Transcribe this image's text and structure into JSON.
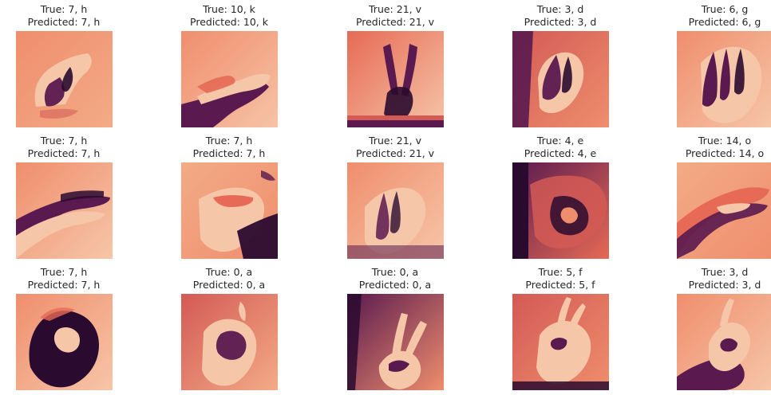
{
  "figure": {
    "panels": [
      {
        "true_text": "True: 7, h",
        "pred_text": "Predicted: 7, h",
        "gesture": "h",
        "palette": "magma-like"
      },
      {
        "true_text": "True: 10, k",
        "pred_text": "Predicted: 10, k",
        "gesture": "k",
        "palette": "magma-like"
      },
      {
        "true_text": "True: 21, v",
        "pred_text": "Predicted: 21, v",
        "gesture": "v",
        "palette": "magma-like"
      },
      {
        "true_text": "True: 3, d",
        "pred_text": "Predicted: 3, d",
        "gesture": "d",
        "palette": "magma-like"
      },
      {
        "true_text": "True: 6, g",
        "pred_text": "Predicted: 6, g",
        "gesture": "g",
        "palette": "magma-like"
      },
      {
        "true_text": "True: 7, h",
        "pred_text": "Predicted: 7, h",
        "gesture": "h",
        "palette": "magma-like"
      },
      {
        "true_text": "True: 7, h",
        "pred_text": "Predicted: 7, h",
        "gesture": "h",
        "palette": "magma-like"
      },
      {
        "true_text": "True: 21, v",
        "pred_text": "Predicted: 21, v",
        "gesture": "v",
        "palette": "magma-like"
      },
      {
        "true_text": "True: 4, e",
        "pred_text": "Predicted: 4, e",
        "gesture": "e",
        "palette": "magma-like"
      },
      {
        "true_text": "True: 14, o",
        "pred_text": "Predicted: 14, o",
        "gesture": "o",
        "palette": "magma-like"
      },
      {
        "true_text": "True: 7, h",
        "pred_text": "Predicted: 7, h",
        "gesture": "h",
        "palette": "magma-like"
      },
      {
        "true_text": "True: 0, a",
        "pred_text": "Predicted: 0, a",
        "gesture": "a",
        "palette": "magma-like"
      },
      {
        "true_text": "True: 0, a",
        "pred_text": "Predicted: 0, a",
        "gesture": "a",
        "palette": "magma-like"
      },
      {
        "true_text": "True: 5, f",
        "pred_text": "Predicted: 5, f",
        "gesture": "f",
        "palette": "magma-like"
      },
      {
        "true_text": "True: 3, d",
        "pred_text": "Predicted: 3, d",
        "gesture": "d",
        "palette": "magma-like"
      }
    ],
    "colors": {
      "light": "#f6c6a8",
      "mid": "#e66a55",
      "dark": "#5a1a4f",
      "deep": "#2a0b2f",
      "bg": "#ef8e6d"
    }
  }
}
